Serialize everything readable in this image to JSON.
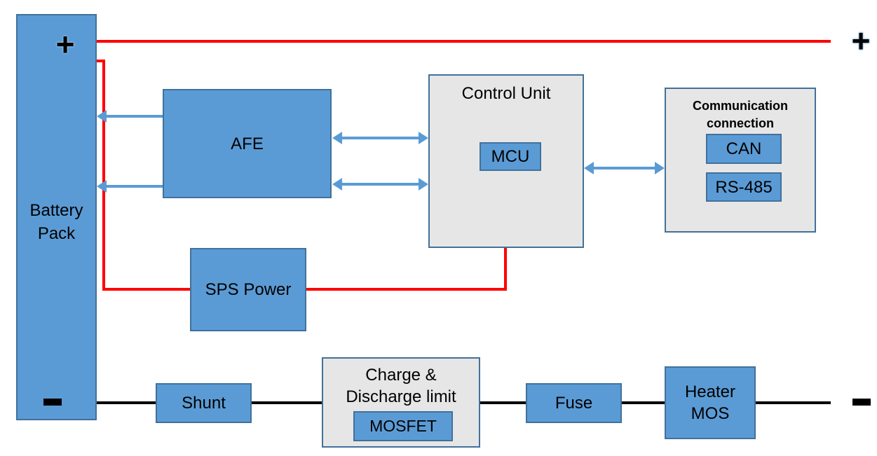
{
  "colors": {
    "box_fill_blue": "#5B9BD5",
    "box_border_blue": "#41719C",
    "box_fill_gray": "#E7E6E6",
    "wire_positive": "#FF0000",
    "wire_negative": "#000000",
    "signal_arrow": "#5B9BD5"
  },
  "nodes": {
    "battery": {
      "label_line1": "Battery",
      "label_line2": "Pack",
      "plus_symbol": "+"
    },
    "afe": {
      "label": "AFE"
    },
    "control_unit": {
      "label": "Control Unit",
      "mcu_label": "MCU"
    },
    "comm": {
      "label_line1": "Communication",
      "label_line2": "connection",
      "can_label": "CAN",
      "rs485_label": "RS-485"
    },
    "sps": {
      "label": "SPS Power"
    },
    "shunt": {
      "label": "Shunt"
    },
    "limit": {
      "label_line1": "Charge &",
      "label_line2": "Discharge limit",
      "mosfet_label": "MOSFET"
    },
    "fuse": {
      "label": "Fuse"
    },
    "heater": {
      "label_line1": "Heater",
      "label_line2": "MOS"
    }
  },
  "terminals": {
    "positive_rail_symbol": "+",
    "negative_rail_symbol": "-"
  },
  "edges": [
    {
      "from": "battery-pack-plus",
      "to": "positive-terminal-right",
      "type": "power-positive"
    },
    {
      "from": "battery-pack-plus",
      "to": "sps-power",
      "type": "power-positive"
    },
    {
      "from": "sps-power",
      "to": "control-unit",
      "type": "power-positive"
    },
    {
      "from": "afe",
      "to": "battery-pack",
      "type": "signal",
      "direction": "one-way",
      "count": 2
    },
    {
      "from": "afe",
      "to": "control-unit",
      "type": "signal",
      "direction": "bidirectional",
      "count": 2
    },
    {
      "from": "control-unit",
      "to": "communication-connection",
      "type": "signal",
      "direction": "bidirectional"
    },
    {
      "from": "battery-pack-minus",
      "to": "shunt",
      "type": "power-negative"
    },
    {
      "from": "shunt",
      "to": "charge-discharge-limit",
      "type": "power-negative"
    },
    {
      "from": "charge-discharge-limit",
      "to": "fuse",
      "type": "power-negative"
    },
    {
      "from": "fuse",
      "to": "heater-mos",
      "type": "power-negative"
    },
    {
      "from": "heater-mos",
      "to": "negative-terminal-right",
      "type": "power-negative"
    }
  ]
}
